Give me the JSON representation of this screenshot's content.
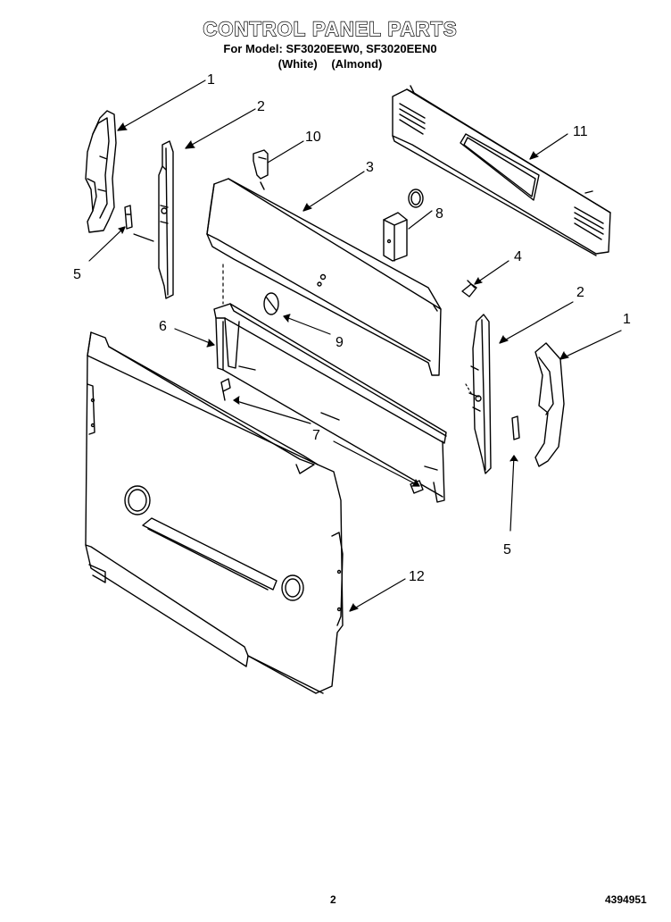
{
  "header": {
    "title": "CONTROL PANEL PARTS",
    "models_line": "For Model: SF3020EEW0, SF3020EEN0",
    "color_white": "(White)",
    "color_almond": "(Almond)"
  },
  "callouts": {
    "c1_left": "1",
    "c2_left": "2",
    "c10": "10",
    "c3": "3",
    "c11": "11",
    "c8": "8",
    "c4": "4",
    "c5_left": "5",
    "c2_right": "2",
    "c1_right": "1",
    "c6": "6",
    "c9": "9",
    "c7": "7",
    "c5_right": "5",
    "c12": "12"
  },
  "footer": {
    "page_number": "2",
    "document_number": "4394951"
  }
}
